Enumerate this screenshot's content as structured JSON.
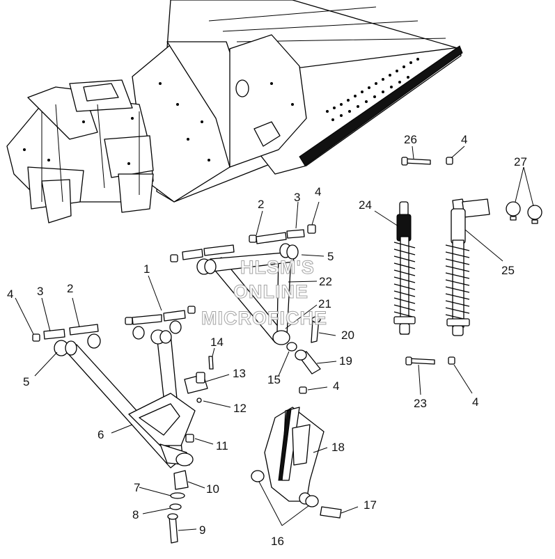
{
  "watermark": {
    "line1": "HLSM'S",
    "line2": "ONLINE",
    "line3": "MICROFICHE"
  },
  "callouts": {
    "c1": "1",
    "c2a": "2",
    "c2b": "2",
    "c3a": "3",
    "c3b": "3",
    "c4a": "4",
    "c4b": "4",
    "c4c": "4",
    "c4d": "4",
    "c4e": "4",
    "c5a": "5",
    "c5b": "5",
    "c6": "6",
    "c7": "7",
    "c8": "8",
    "c9": "9",
    "c10": "10",
    "c11": "11",
    "c12": "12",
    "c13": "13",
    "c14": "14",
    "c15": "15",
    "c16": "16",
    "c17": "17",
    "c18": "18",
    "c19": "19",
    "c20": "20",
    "c21": "21",
    "c22": "22",
    "c23": "23",
    "c24": "24",
    "c25": "25",
    "c26": "26",
    "c27": "27"
  },
  "colors": {
    "line": "#000000",
    "background": "#ffffff",
    "watermark_outline": "#9a9a9a"
  }
}
